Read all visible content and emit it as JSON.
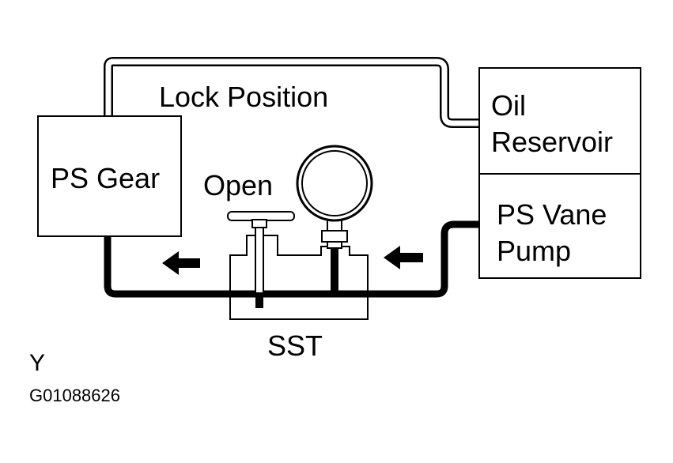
{
  "labels": {
    "lock_position": "Lock Position",
    "ps_gear": "PS Gear",
    "oil_line1": "Oil",
    "oil_line2": "Reservoir",
    "pump_line1": "PS Vane",
    "pump_line2": "Pump",
    "open": "Open",
    "sst": "SST"
  },
  "figure": {
    "letter": "Y",
    "code": "G01088626"
  },
  "colors": {
    "ink": "#000000",
    "paper": "#ffffff"
  },
  "icons": {
    "gauge": "pressure-gauge-icon",
    "valve": "valve-handle-icon",
    "flow_arrow": "flow-arrow-icon"
  }
}
